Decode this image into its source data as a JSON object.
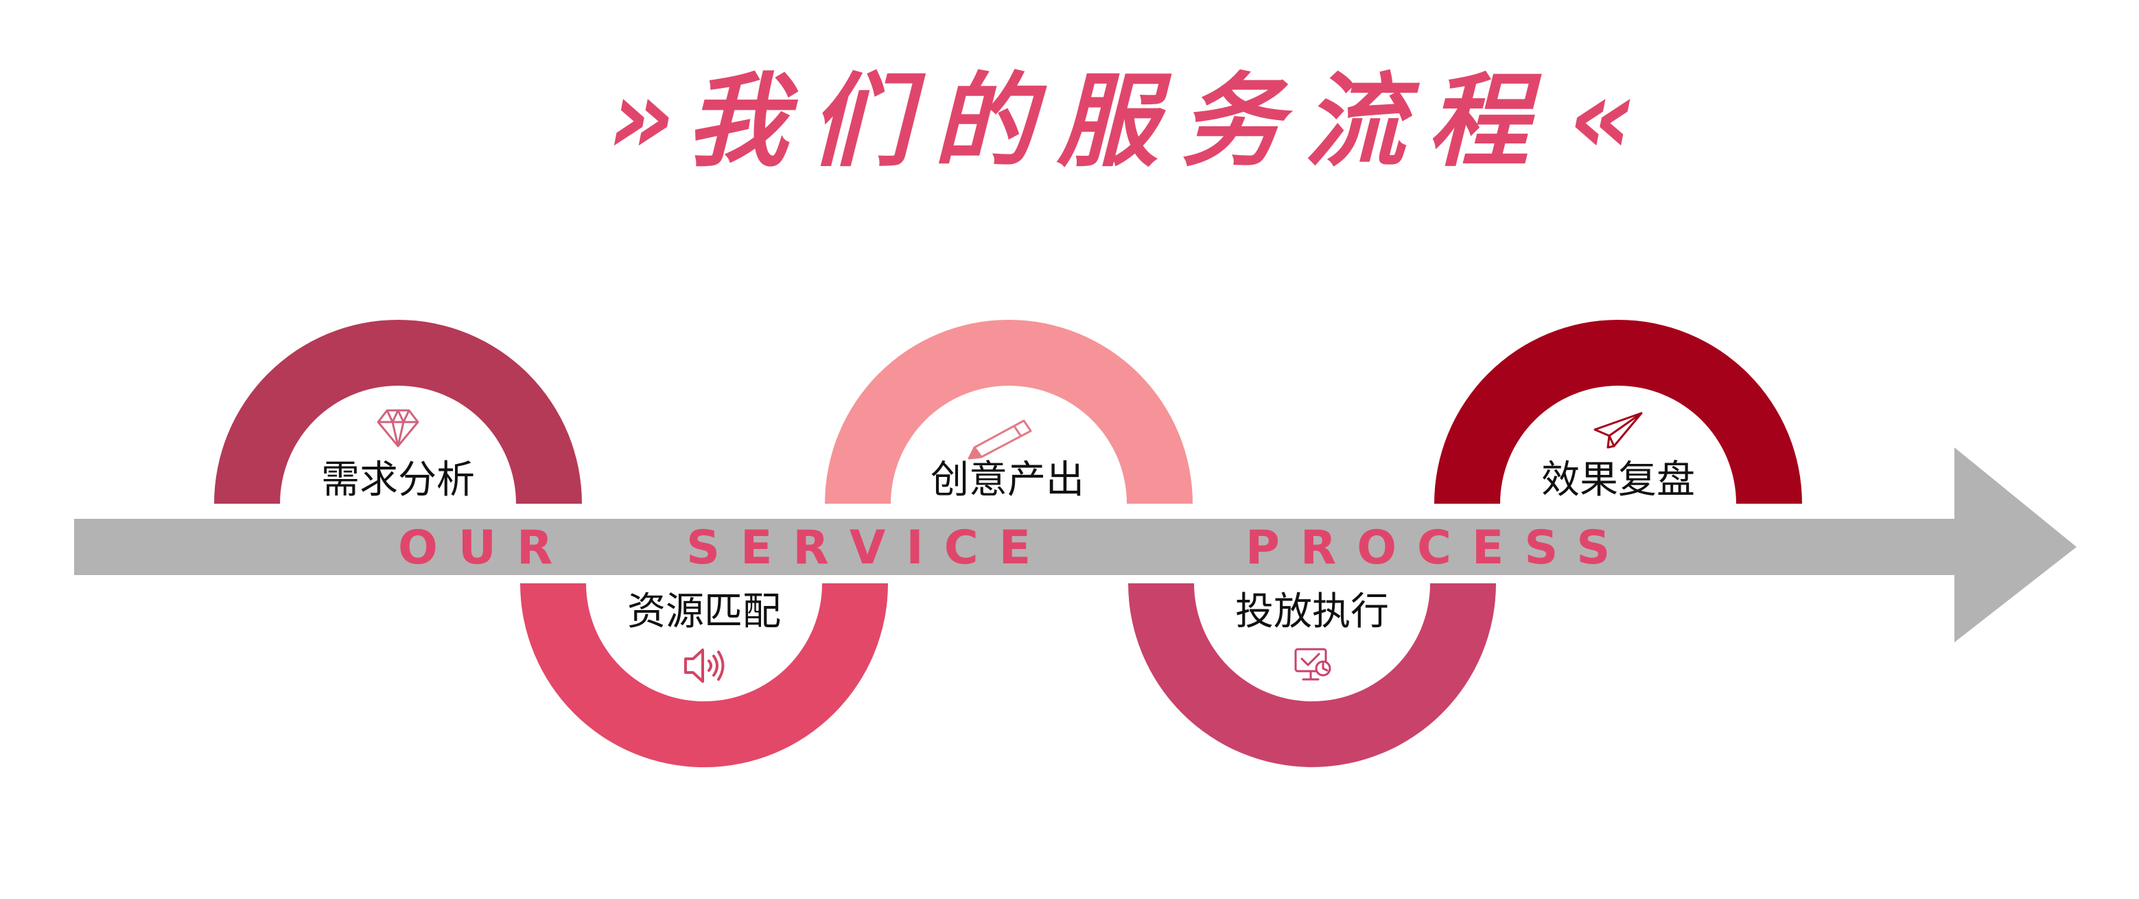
{
  "title": {
    "text": "我们的服务流程",
    "left_marker": "»",
    "right_marker": "«",
    "color": "#e0466b"
  },
  "arrow": {
    "color": "#b3b3b3"
  },
  "watermark": {
    "words": [
      "OUR",
      "SERVICE",
      "PROCESS"
    ],
    "color": "#e0466b"
  },
  "steps": [
    {
      "label": "需求分析",
      "icon": "diamond-icon",
      "position": "top",
      "color": "#b53a57"
    },
    {
      "label": "资源匹配",
      "icon": "speaker-icon",
      "position": "bottom",
      "color": "#e34868"
    },
    {
      "label": "创意产出",
      "icon": "pencil-icon",
      "position": "top",
      "color": "#f59398"
    },
    {
      "label": "投放执行",
      "icon": "monitor-check-icon",
      "position": "bottom",
      "color": "#c9426a"
    },
    {
      "label": "效果复盘",
      "icon": "paper-plane-icon",
      "position": "top",
      "color": "#a5011a"
    }
  ]
}
